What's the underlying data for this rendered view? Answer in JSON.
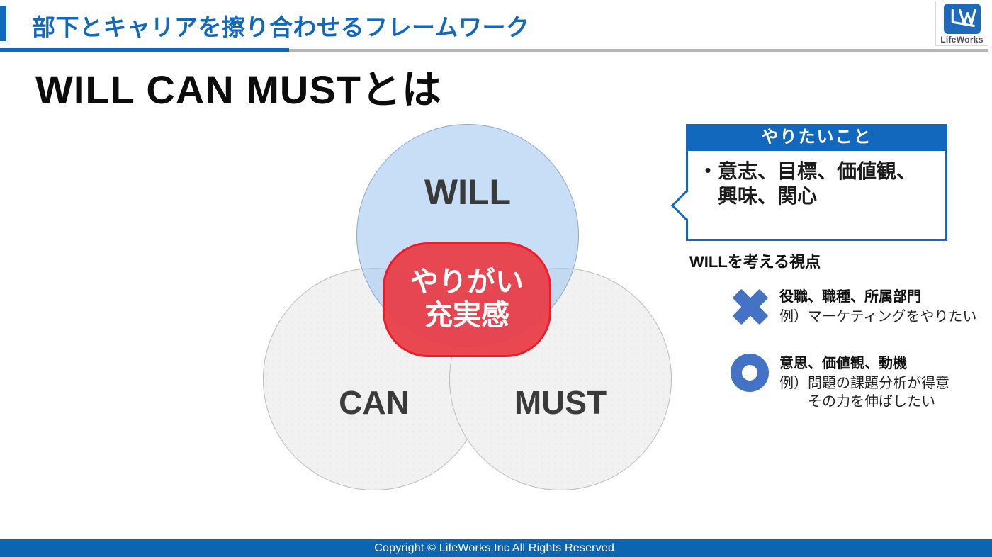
{
  "header": {
    "title": "部下とキャリアを擦り合わせるフレームワーク",
    "logo": {
      "brand": "LifeWorks",
      "mark": "LW"
    }
  },
  "slide": {
    "title": "WILL CAN MUSTとは"
  },
  "venn": {
    "will_label": "WILL",
    "can_label": "CAN",
    "must_label": "MUST",
    "center_label": "やりがい\n充実感"
  },
  "callout": {
    "header": "やりたいこと",
    "body": "・意志、目標、価値観、\n　興味、関心"
  },
  "viewpoint": {
    "heading": "WILLを考える視点",
    "items": [
      {
        "icon": "cross-icon",
        "title": "役職、職種、所属部門",
        "example": "例）マーケティングをやりたい"
      },
      {
        "icon": "ring-icon",
        "title": "意思、価値観、動機",
        "example": "例）問題の課題分析が得意\n　　その力を伸ばしたい"
      }
    ]
  },
  "footer": {
    "copyright": "Copyright © LifeWorks.Inc All Rights Reserved."
  },
  "colors": {
    "accent_blue": "#1268bd",
    "will_fill": "#c9ddf3",
    "gray_fill": "#f1f1f1",
    "center_fill": "#e83e48",
    "center_stroke": "#ee1c27",
    "icon_blue": "#4472c4",
    "footer_blue": "#0d64b1"
  }
}
